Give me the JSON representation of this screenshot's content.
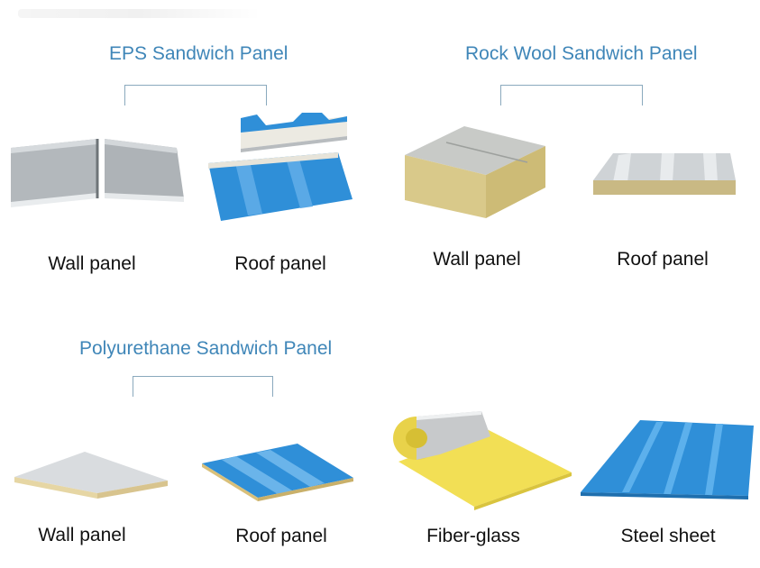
{
  "groups": {
    "eps": {
      "title": "EPS Sandwich Panel"
    },
    "rockwool": {
      "title": "Rock Wool Sandwich Panel"
    },
    "pu": {
      "title": "Polyurethane Sandwich Panel"
    }
  },
  "products": {
    "eps_wall": "Wall panel",
    "eps_roof": "Roof panel",
    "rw_wall": "Wall panel",
    "rw_roof": "Roof panel",
    "pu_wall": "Wall panel",
    "pu_roof": "Roof panel",
    "fiberglass": "Fiber-glass",
    "steel": "Steel sheet"
  },
  "colors": {
    "title_blue": "#3f86b8",
    "panel_gray": "#b9bec2",
    "roof_blue": "#2f8fd8",
    "rock_wool": "#d9c98a",
    "glass_yellow": "#f2df55"
  }
}
